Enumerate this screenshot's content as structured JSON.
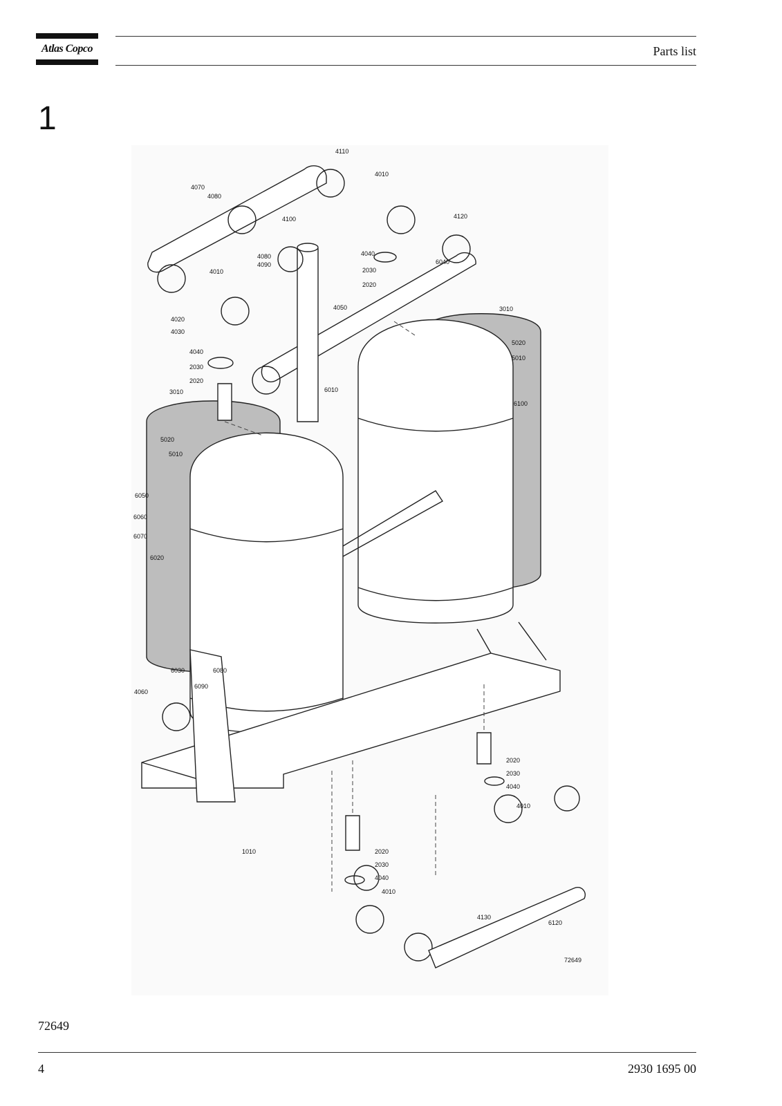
{
  "header": {
    "brand": "Atlas Copco",
    "title": "Parts list"
  },
  "section": {
    "number": "1"
  },
  "figure": {
    "id_label": "72649",
    "callouts": [
      "4110",
      "4010",
      "4070",
      "4080",
      "4100",
      "4120",
      "4080",
      "4090",
      "4040",
      "6040",
      "2030",
      "2020",
      "4010",
      "4050",
      "4020",
      "4030",
      "3010",
      "5020",
      "5010",
      "4040",
      "2030",
      "2020",
      "6010",
      "6100",
      "3010",
      "5020",
      "5010",
      "6050",
      "6060",
      "6070",
      "6020",
      "6030",
      "6080",
      "6090",
      "4060",
      "2020",
      "2030",
      "4040",
      "4010",
      "1010",
      "2020",
      "2030",
      "4040",
      "4010",
      "4130",
      "6120"
    ]
  },
  "caption": "72649",
  "footer": {
    "page_number": "4",
    "doc_number": "2930 1695 00"
  }
}
